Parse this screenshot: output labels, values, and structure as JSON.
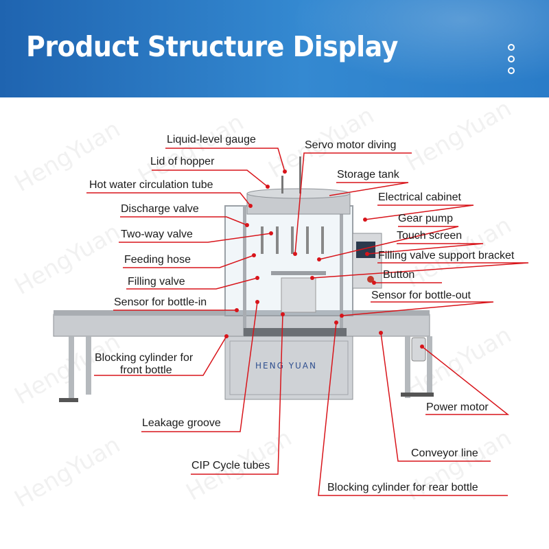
{
  "header": {
    "title": "Product Structure Display",
    "accent": "#2a7cc8"
  },
  "watermark": "HengYuan",
  "machine": {
    "brand": "HENG YUAN"
  },
  "line_color": "#d8141a",
  "labels": {
    "liquid_level_gauge": "Liquid-level gauge",
    "lid_of_hopper": "Lid of hopper",
    "hot_water_tube": "Hot water circulation tube",
    "discharge_valve": "Discharge valve",
    "two_way_valve": "Two-way valve",
    "feeding_hose": "Feeding hose",
    "filling_valve": "Filling valve",
    "sensor_bottle_in": "Sensor for bottle-in",
    "blocking_front_1": "Blocking cylinder for",
    "blocking_front_2": "front bottle",
    "leakage_groove": "Leakage groove",
    "cip_tubes": "CIP Cycle tubes",
    "servo_motor": "Servo motor diving",
    "storage_tank": "Storage tank",
    "electrical_cabinet": "Electrical cabinet",
    "gear_pump": "Gear pump",
    "touch_screen": "Touch screen",
    "filling_valve_bracket": "Filling valve support bracket",
    "button": "Button",
    "sensor_bottle_out": "Sensor for bottle-out",
    "power_motor": "Power motor",
    "conveyor_line": "Conveyor line",
    "blocking_rear": "Blocking cylinder for rear bottle"
  }
}
